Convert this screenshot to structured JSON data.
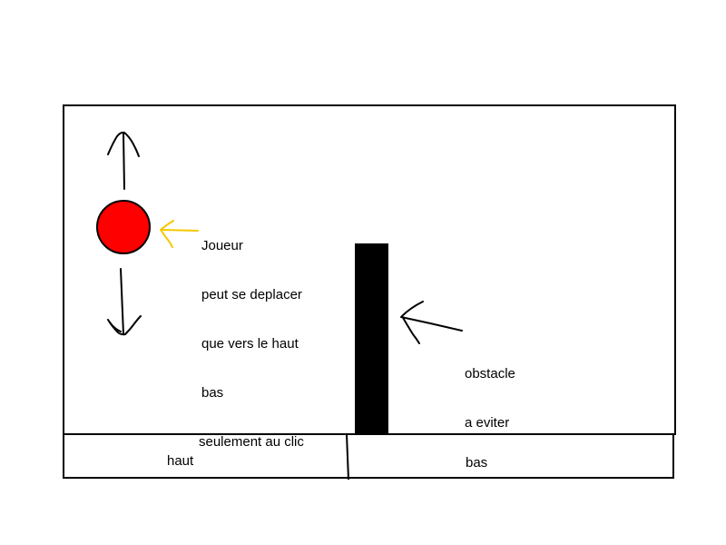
{
  "annotations": {
    "player_note": [
      "Joueur",
      "peut se deplacer",
      "que vers le haut",
      "bas",
      "seulement au clic"
    ],
    "obstacle_note": [
      "obstacle",
      "a eviter"
    ]
  },
  "controls": {
    "up_label": "haut",
    "down_label": "bas"
  },
  "colors": {
    "player": "#ff0000",
    "obstacle": "#000000",
    "pointer_arrow": "#f5c800",
    "ink": "#000000"
  },
  "icons": {
    "up_arrow": "arrow-up-icon",
    "down_arrow": "arrow-down-icon",
    "player_pointer": "arrow-left-icon",
    "obstacle_pointer": "arrow-left-icon"
  }
}
